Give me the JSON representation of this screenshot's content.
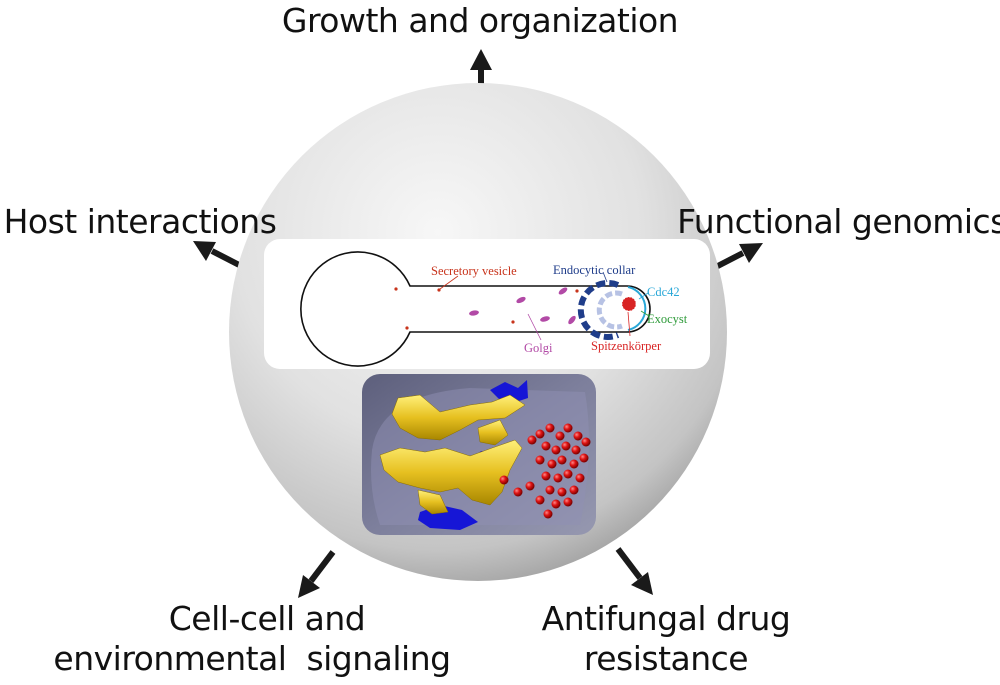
{
  "labels": {
    "top": "Growth and organization",
    "left": "Host interactions",
    "right": "Functional genomics",
    "bottom_left_line1": "Cell-cell and",
    "bottom_left_line2": "environmental  signaling",
    "bottom_right_line1": "Antifungal drug",
    "bottom_right_line2": "resistance"
  },
  "cell_diagram": {
    "secretory_vesicle": "Secretory vesicle",
    "endocytic_collar": "Endocytic collar",
    "cdc42": "Cdc42",
    "exocyst": "Exocyst",
    "golgi": "Golgi",
    "spitzenkorper": "Spitzenkörper"
  },
  "colors": {
    "secretory_vesicle": "#c8341c",
    "endocytic_collar": "#1f3d8a",
    "cdc42": "#2aa8d8",
    "exocyst": "#2e9b3a",
    "golgi": "#b24aa6",
    "spitzenkorper": "#d82424",
    "arrow": "#1a1a1a"
  }
}
